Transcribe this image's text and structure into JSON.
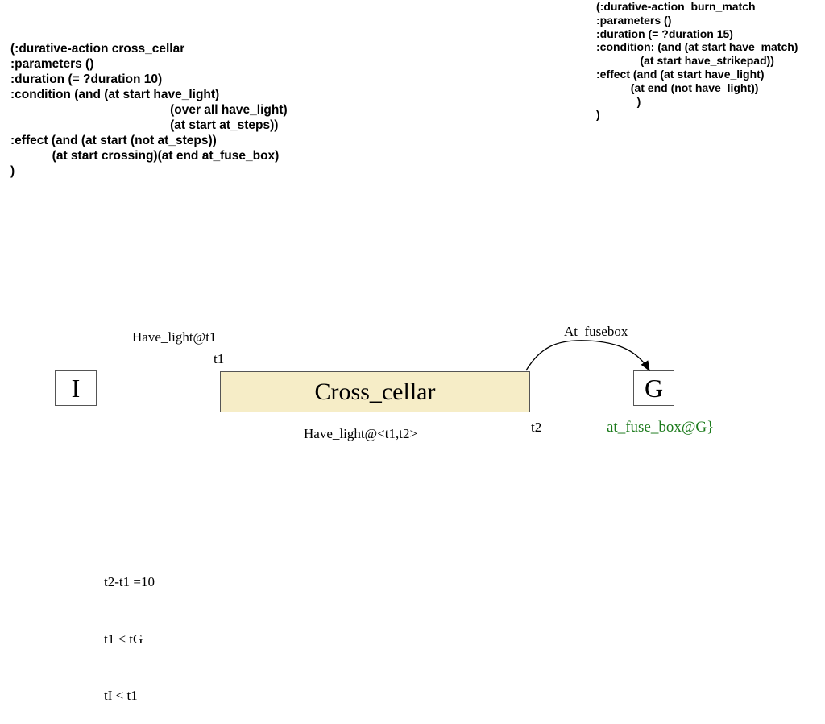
{
  "cross_action_code": "(:durative-action cross_cellar\n:parameters ()\n:duration (= ?duration 10)\n:condition (and (at start have_light)\n                                              (over all have_light)\n                                              (at start at_steps))\n:effect (and (at start (not at_steps))\n            (at start crossing)(at end at_fuse_box)\n)",
  "burn_action_code": "(:durative-action  burn_match\n:parameters ()\n:duration (= ?duration 15)\n:condition: (and (at start have_match)\n              (at start have_strikepad))\n:effect (and (at start have_light)\n           (at end (not have_light))\n             )\n)",
  "diagram": {
    "init_label": "I",
    "goal_label": "G",
    "action_label": "Cross_cellar",
    "start_condition_label": "Have_light@t1",
    "start_time_label": "t1",
    "end_time_label": "t2",
    "over_all_label": "Have_light@<t1,t2>",
    "effect_edge_label": "At_fusebox",
    "goal_condition_label": "at_fuse_box@G}"
  },
  "constraints": [
    "t2-t1 =10",
    "t1 < tG",
    "tI < t1"
  ],
  "colors": {
    "action_fill": "#f6edc7",
    "goal_condition_text": "#1b7a1b"
  }
}
